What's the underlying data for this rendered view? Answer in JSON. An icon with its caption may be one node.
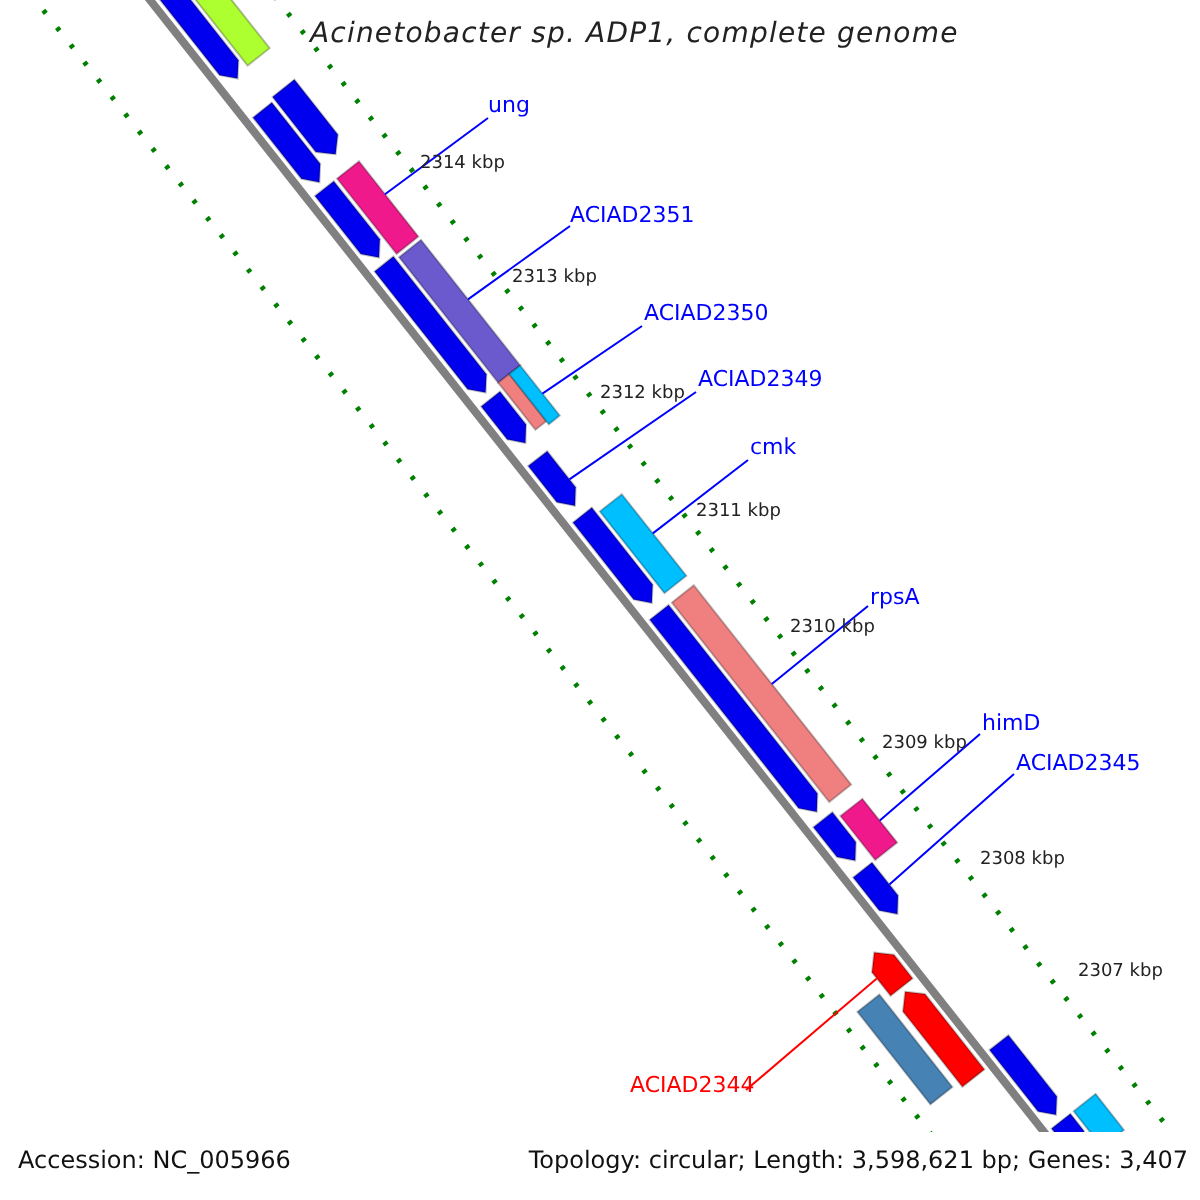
{
  "diagram": {
    "title": "Acinetobacter sp. ADP1, complete genome",
    "nodes": [
      {
        "text": [],
        "shape": "bar"
      },
      {
        "text": [],
        "shape": "bar"
      },
      {
        "text": [],
        "shape": "bar"
      },
      {
        "text": [],
        "shape": "bar"
      },
      {
        "text": [],
        "shape": "bar"
      },
      {
        "text": [],
        "shape": "bar"
      },
      {
        "text": [],
        "shape": "bar"
      },
      {
        "text": [],
        "shape": "bar"
      },
      {
        "text": [],
        "shape": "bar"
      },
      {
        "text": [],
        "shape": "bar"
      },
      {
        "text": [],
        "shape": "bar"
      },
      {
        "text": [],
        "shape": "bar"
      },
      {
        "text": [],
        "shape": "bar"
      },
      {
        "text": [],
        "shape": "bar"
      },
      {
        "text": [],
        "shape": "bar"
      },
      {
        "text": [],
        "shape": "bar"
      },
      {
        "text": [],
        "shape": "bar"
      },
      {
        "text": [],
        "shape": "bar"
      },
      {
        "text": [],
        "shape": "bar"
      },
      {
        "text": [],
        "shape": "bar"
      },
      {
        "text": [],
        "shape": "bar"
      },
      {
        "text": [],
        "shape": "bar"
      },
      {
        "text": [],
        "shape": "bar"
      },
      {
        "text": [],
        "shape": "bar"
      },
      {
        "text": [],
        "shape": "bar"
      },
      {
        "text": [
          "ung"
        ]
      },
      {
        "text": [
          "ACIAD2351"
        ]
      },
      {
        "text": [
          "ACIAD2350"
        ]
      },
      {
        "text": [
          "ACIAD2349"
        ]
      },
      {
        "text": [
          "cmk"
        ]
      },
      {
        "text": [
          "rpsA"
        ]
      },
      {
        "text": [
          "himD"
        ]
      },
      {
        "text": [
          "ACIAD2345"
        ]
      },
      {
        "text": [
          "ACIAD2344"
        ]
      }
    ],
    "edges": [
      {
        "from": 25,
        "to": 4,
        "arrow": "none"
      },
      {
        "from": 26,
        "to": 7,
        "arrow": "none"
      },
      {
        "from": 27,
        "to": 9,
        "arrow": "none"
      },
      {
        "from": 28,
        "to": 11,
        "arrow": "none"
      },
      {
        "from": 29,
        "to": 13,
        "arrow": "none"
      },
      {
        "from": 30,
        "to": 15,
        "arrow": "none"
      },
      {
        "from": 31,
        "to": 17,
        "arrow": "none"
      },
      {
        "from": 32,
        "to": 18,
        "arrow": "none"
      },
      {
        "from": 33,
        "to": 19,
        "arrow": "none",
        "color": "#ff0000"
      }
    ],
    "labels": [
      "2314 kbp",
      "2313 kbp",
      "2312 kbp",
      "2311 kbp",
      "2310 kbp",
      "2309 kbp",
      "2308 kbp",
      "2307 kbp",
      "Accession: NC_005966",
      "Topology: circular; Length: 3,598,621 bp; Genes: 3,407"
    ]
  }
}
